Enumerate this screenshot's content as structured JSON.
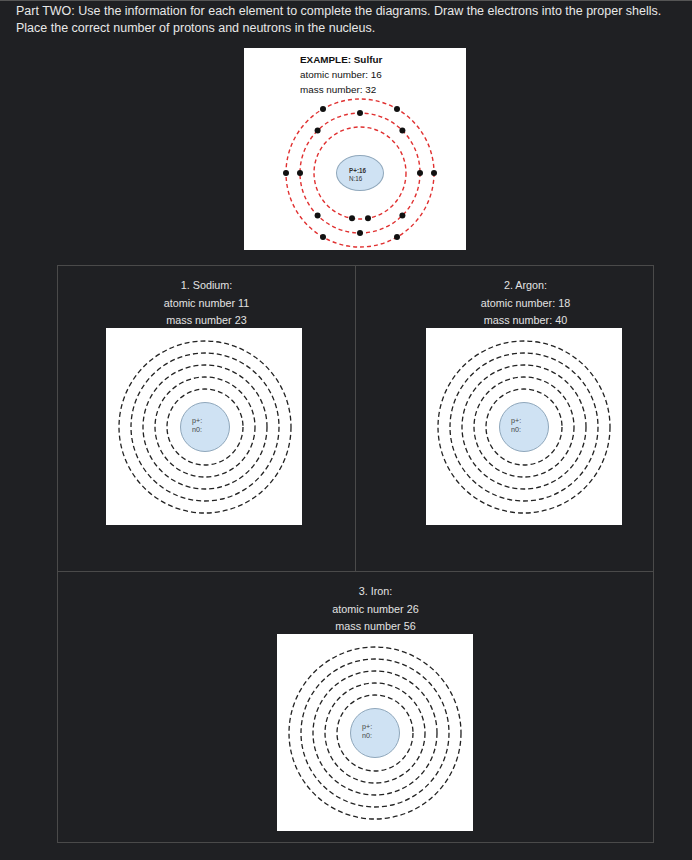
{
  "diagram": {
    "title": "Part TWO: Use the information for each element to complete the diagrams. Draw the electrons into the proper shells. Place the correct number of protons and neutrons in the nucleus.",
    "nodes": [
      {
        "text": [
          "EXAMPLE: Sulfur",
          "atomic number: 16",
          "mass number: 32"
        ]
      },
      {
        "text": [
          "P+:16",
          "N:16"
        ],
        "in": 0
      },
      {
        "text": [
          "1. Sodium:",
          "atomic number 11",
          "mass number 23"
        ]
      },
      {
        "text": [
          "p+:",
          "n0:"
        ],
        "in": 2
      },
      {
        "text": [
          "2. Argon:",
          "atomic number: 18",
          "mass number: 40"
        ]
      },
      {
        "text": [
          "p+:",
          "n0:"
        ],
        "in": 4
      },
      {
        "text": [
          "3. Iron:",
          "atomic number 26",
          "mass number 56"
        ]
      },
      {
        "text": [
          "p+:",
          "n0:"
        ],
        "in": 6
      }
    ]
  }
}
